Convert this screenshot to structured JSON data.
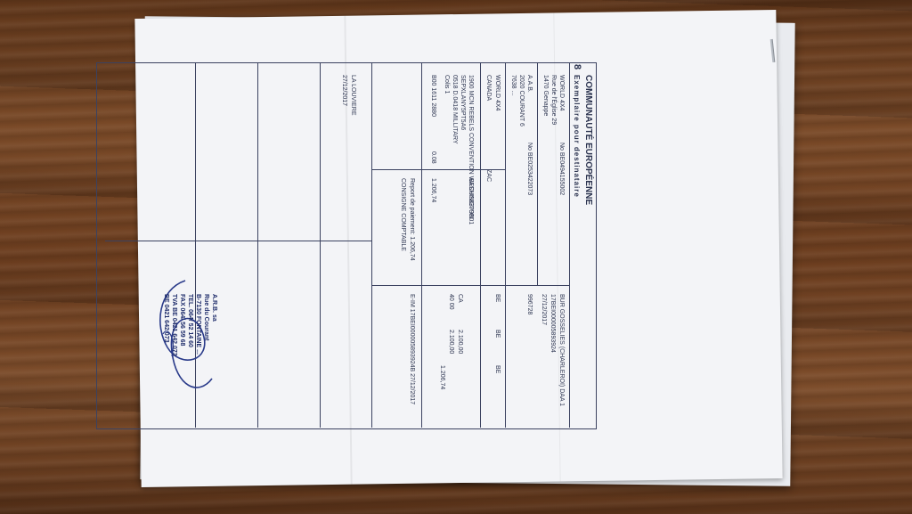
{
  "header": {
    "community": "COMMUNAUTÉ EUROPÉENNE",
    "copy_label": "Exemplaire pour destinataire",
    "copy_number": "8"
  },
  "declaration": {
    "office": "BUR GOSSELIES (CHARLEROI) DAA 1",
    "reference": "17BEI000005893924",
    "date": "27/12/2017",
    "number": "996728"
  },
  "consignee": {
    "name": "WORLD 4X4",
    "street": "Rue de l'Église 29",
    "city": "1470 Genappe",
    "vat": "No BE0494155002"
  },
  "representative": {
    "name": "A.A.B.",
    "address": "2020 COURANT 6",
    "city": "7638 ...",
    "id": "No BE0253422073"
  },
  "transport": {
    "reference": "WORLD 4X4",
    "country_origin": "CANADA",
    "departure": "BE",
    "incoterm": "BE",
    "destination": "BE",
    "place": "ZAC"
  },
  "goods": {
    "description": "1900 MCN REBELS CONVENTION WASHINGTON",
    "marks": "SEPXLANY5PT5A6",
    "container": "0518 D.0418 MILLITARY",
    "packages": "Colis 1",
    "commodity_code": "BECUS8379B01",
    "gross_mass": "B00 1611 2880",
    "net_mass": "0.08",
    "value": "1.206,74",
    "statistical_value": "1.206,74",
    "country": "CA",
    "procedure": "40 00",
    "quantity": "2.100,00",
    "supplementary": "2.100,00"
  },
  "footer": {
    "payment_note": "Report de paiement: 1.206,74",
    "reference_line": "E-IM 17BEI000005893924B 27/12/2017",
    "accounting": "CONSIGNE COMPTABLE",
    "place_date": "LA LOUVIERE",
    "signature_date": "27/12/2017"
  },
  "stamp": {
    "company": "A.R.B. sa",
    "address": "Rue du Courant",
    "city": "B-7130 FONTAINE ...",
    "phone": "TEL. 064/ 52 14 60",
    "fax": "FAX 064/ 56 59 68",
    "vat": "TVA BE 0421 642 073",
    "code": "BE 0421 642 073"
  }
}
